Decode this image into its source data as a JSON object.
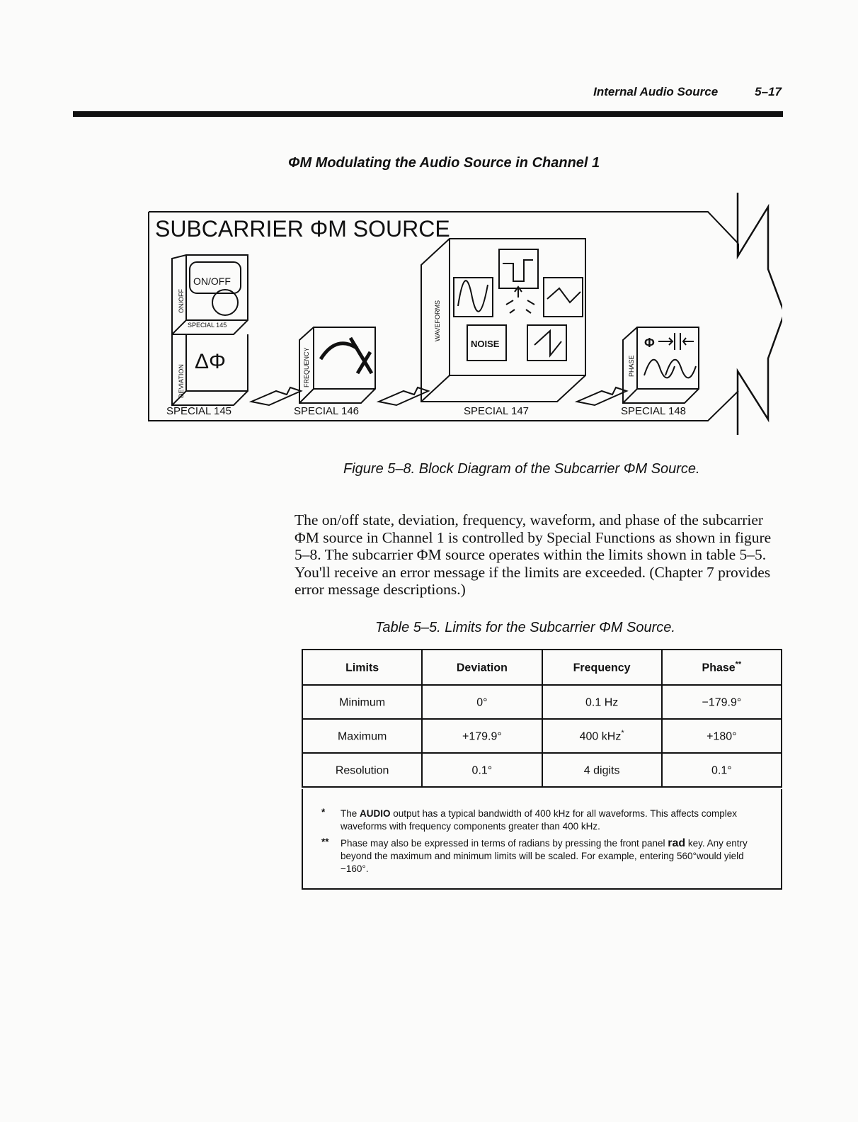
{
  "header": {
    "section_title": "Internal Audio Source",
    "page_number": "5–17"
  },
  "section_heading": "ΦM Modulating the Audio Source in Channel 1",
  "diagram": {
    "title": "SUBCARRIER ΦM SOURCE",
    "blocks": [
      {
        "side_label": "ON/OFF",
        "face_label": "ON/OFF",
        "tag": "SPECIAL 145"
      },
      {
        "side_label": "DEVIATION",
        "face_label": "ΔΦ"
      },
      {
        "side_label": "FREQUENCY"
      },
      {
        "side_label": "WAVEFORMS",
        "noise_label": "NOISE"
      },
      {
        "side_label": "PHASE",
        "face_label": "Φ"
      }
    ],
    "special_labels": [
      "SPECIAL 145",
      "SPECIAL 146",
      "SPECIAL 147",
      "SPECIAL 148"
    ]
  },
  "figure_caption": "Figure 5–8. Block Diagram of the Subcarrier ΦM Source.",
  "body_text": "The on/off state, deviation, frequency, waveform, and phase of the subcarrier ΦM source in Channel 1 is controlled by Special Functions as shown in figure 5–8. The subcarrier ΦM source operates within the limits shown in table 5–5. You'll receive an error message if the limits are exceeded. (Chapter 7 provides error message descriptions.)",
  "table": {
    "caption": "Table 5–5. Limits for the Subcarrier ΦM Source.",
    "headers": [
      "Limits",
      "Deviation",
      "Frequency",
      "Phase"
    ],
    "header_marks": [
      "",
      "",
      "",
      "**"
    ],
    "rows": [
      {
        "cells": [
          "Minimum",
          "0°",
          "0.1 Hz",
          "−179.9°"
        ],
        "marks": [
          "",
          "",
          "",
          ""
        ]
      },
      {
        "cells": [
          "Maximum",
          "+179.9°",
          "400 kHz",
          "+180°"
        ],
        "marks": [
          "",
          "",
          "*",
          ""
        ]
      },
      {
        "cells": [
          "Resolution",
          "0.1°",
          "4 digits",
          "0.1°"
        ],
        "marks": [
          "",
          "",
          "",
          ""
        ]
      }
    ],
    "footnotes": [
      {
        "mark": "*",
        "pre": "The ",
        "bold": "AUDIO",
        "post": " output has a typical bandwidth of 400 kHz for all waveforms. This affects complex waveforms with frequency components greater than 400 kHz."
      },
      {
        "mark": "**",
        "pre": "Phase may also be expressed in terms of radians by pressing the front panel ",
        "bold": "rad",
        "post": " key. Any entry beyond the maximum and minimum limits will be scaled. For example, entering 560°would yield −160°."
      }
    ]
  }
}
